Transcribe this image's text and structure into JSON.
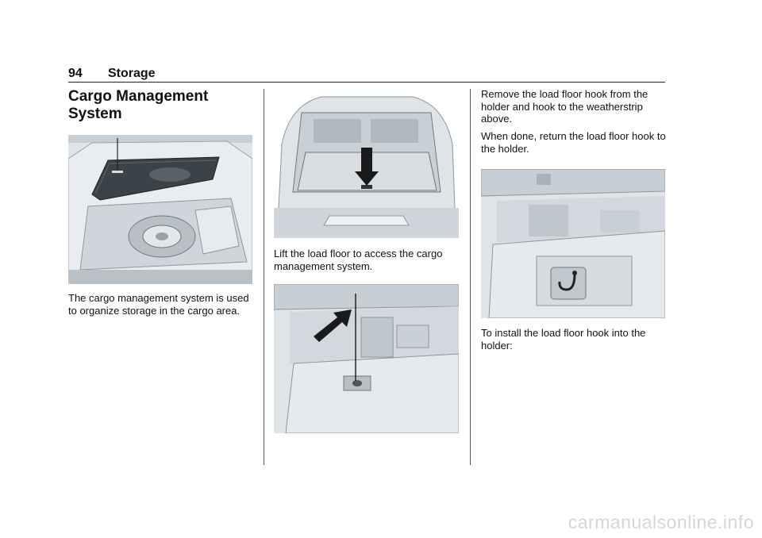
{
  "header": {
    "page_number": "94",
    "section": "Storage"
  },
  "title": "Cargo Management System",
  "column1": {
    "body": "The cargo management system is used to organize storage in the cargo area."
  },
  "column2": {
    "body": "Lift the load floor to access the cargo management system."
  },
  "column3": {
    "body1": "Remove the load floor hook from the holder and hook to the weatherstrip above.",
    "body2": "When done, return the load floor hook to the holder.",
    "body3": "To install the load floor hook into the holder:"
  },
  "watermark": "carmanualsonline.info",
  "icons": [
    "down-arrow-icon",
    "pointer-arrow-icon",
    "hook-icon"
  ],
  "colors": {
    "rule": "#222222",
    "figure_fill": "#dfe4e8",
    "arrow": "#1a1a1a"
  }
}
